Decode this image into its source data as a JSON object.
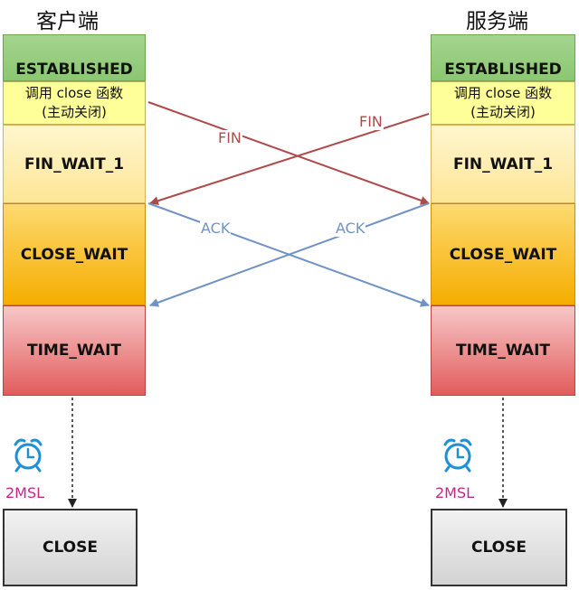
{
  "colors": {
    "fin_arrow": "#b04a4a",
    "ack_arrow": "#6f93c6",
    "timer_label": "#c0278a",
    "clock_icon": "#1f8fd6"
  },
  "client": {
    "title": "客户端",
    "established": "ESTABLISHED",
    "call_line1": "调用 close 函数",
    "call_line2": "(主动关闭)",
    "fin_wait": "FIN_WAIT_1",
    "close_wait": "CLOSE_WAIT",
    "time_wait": "TIME_WAIT",
    "closed": "CLOSE",
    "timer": "2MSL",
    "timer_icon": "alarm-clock-icon"
  },
  "server": {
    "title": "服务端",
    "established": "ESTABLISHED",
    "call_line1": "调用 close 函数",
    "call_line2": "(主动关闭)",
    "fin_wait": "FIN_WAIT_1",
    "close_wait": "CLOSE_WAIT",
    "time_wait": "TIME_WAIT",
    "closed": "CLOSE",
    "timer": "2MSL",
    "timer_icon": "alarm-clock-icon"
  },
  "messages": {
    "fin_client_to_server": "FIN",
    "fin_server_to_client": "FIN",
    "ack_client_to_server": "ACK",
    "ack_server_to_client": "ACK"
  }
}
